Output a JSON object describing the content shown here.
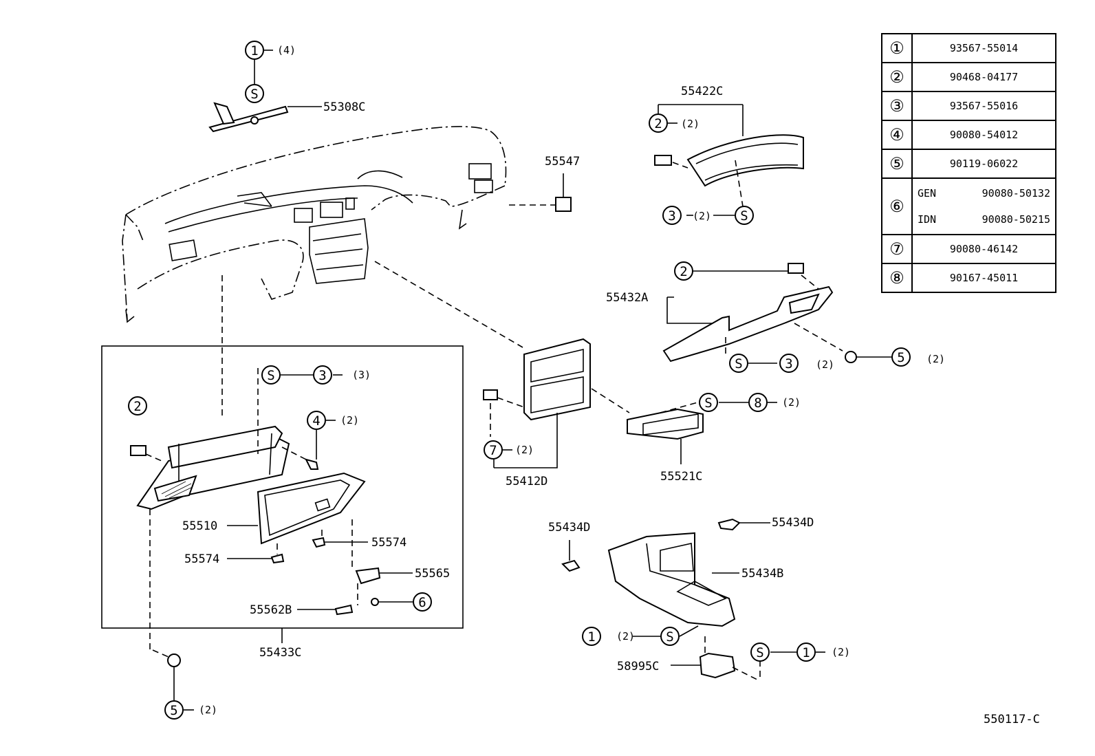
{
  "legend": [
    {
      "mark": "①",
      "value": "93567-55014"
    },
    {
      "mark": "②",
      "value": "90468-04177"
    },
    {
      "mark": "③",
      "value": "93567-55016"
    },
    {
      "mark": "④",
      "value": "90080-54012"
    },
    {
      "mark": "⑤",
      "value": "90119-06022"
    },
    {
      "mark": "⑥",
      "variants": [
        {
          "code": "GEN",
          "value": "90080-50132"
        },
        {
          "code": "IDN",
          "value": "90080-50215"
        }
      ]
    },
    {
      "mark": "⑦",
      "value": "90080-46142"
    },
    {
      "mark": "⑧",
      "value": "90167-45011"
    }
  ],
  "markers": {
    "s": "S",
    "c1": "1",
    "c2": "2",
    "c3": "3",
    "c4": "4",
    "c5": "5",
    "c6": "6",
    "c7": "7",
    "c8": "8"
  },
  "qty": {
    "q2": "(2)",
    "q3": "(3)",
    "q4": "(4)"
  },
  "parts": {
    "p55308C": "55308C",
    "p55547": "55547",
    "p55422C": "55422C",
    "p55432A": "55432A",
    "p55412D": "55412D",
    "p55521C": "55521C",
    "p55434D_left": "55434D",
    "p55434D_right": "55434D",
    "p55434B": "55434B",
    "p58995C": "58995C",
    "p55510": "55510",
    "p55574_left": "55574",
    "p55574_right": "55574",
    "p55565": "55565",
    "p55562B": "55562B",
    "p55433C": "55433C"
  },
  "drawing_id": "550117-C"
}
